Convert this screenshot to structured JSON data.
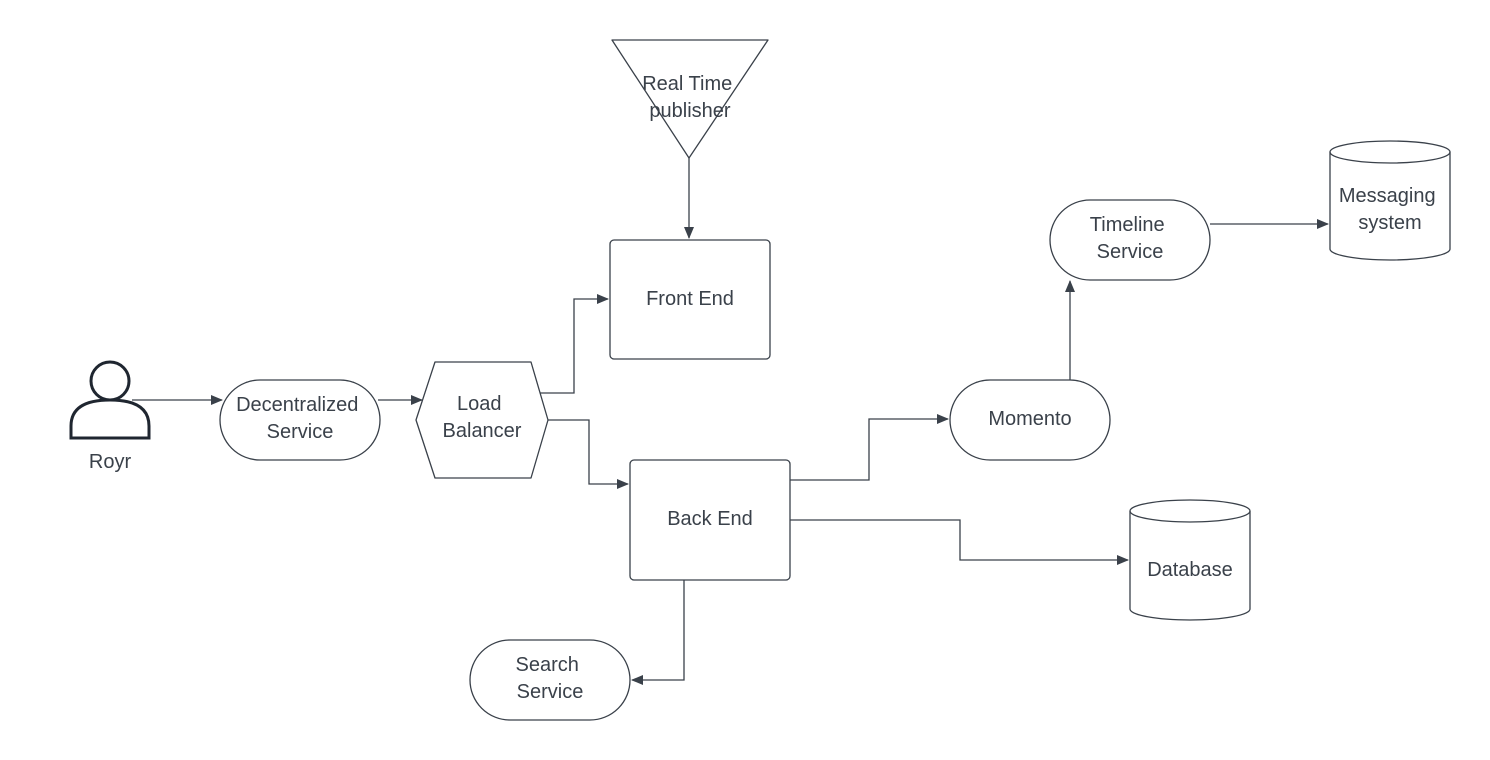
{
  "diagram": {
    "nodes": {
      "user": {
        "label": "Royr",
        "shape": "person-icon"
      },
      "decentralized": {
        "line1": "Decentralized",
        "line2": "Service",
        "shape": "terminator"
      },
      "load_balancer": {
        "line1": "Load",
        "line2": "Balancer",
        "shape": "hexagon"
      },
      "rt_publisher": {
        "line1": "Real Time",
        "line2": "publisher",
        "shape": "inverted-triangle"
      },
      "front_end": {
        "label": "Front End",
        "shape": "rectangle"
      },
      "back_end": {
        "label": "Back End",
        "shape": "rectangle"
      },
      "momento": {
        "label": "Momento",
        "shape": "terminator"
      },
      "timeline": {
        "line1": "Timeline",
        "line2": "Service",
        "shape": "terminator"
      },
      "messaging": {
        "line1": "Messaging",
        "line2": "system",
        "shape": "cylinder"
      },
      "database": {
        "label": "Database",
        "shape": "cylinder"
      },
      "search": {
        "line1": "Search",
        "line2": "Service",
        "shape": "terminator"
      }
    },
    "edges": [
      {
        "from": "user",
        "to": "decentralized"
      },
      {
        "from": "decentralized",
        "to": "load_balancer"
      },
      {
        "from": "load_balancer",
        "to": "front_end"
      },
      {
        "from": "load_balancer",
        "to": "back_end"
      },
      {
        "from": "rt_publisher",
        "to": "front_end"
      },
      {
        "from": "back_end",
        "to": "momento"
      },
      {
        "from": "back_end",
        "to": "database"
      },
      {
        "from": "back_end",
        "to": "search"
      },
      {
        "from": "momento",
        "to": "timeline"
      },
      {
        "from": "timeline",
        "to": "messaging"
      }
    ],
    "colors": {
      "stroke": "#3a414a",
      "text": "#3a414a",
      "background": "#ffffff"
    }
  }
}
